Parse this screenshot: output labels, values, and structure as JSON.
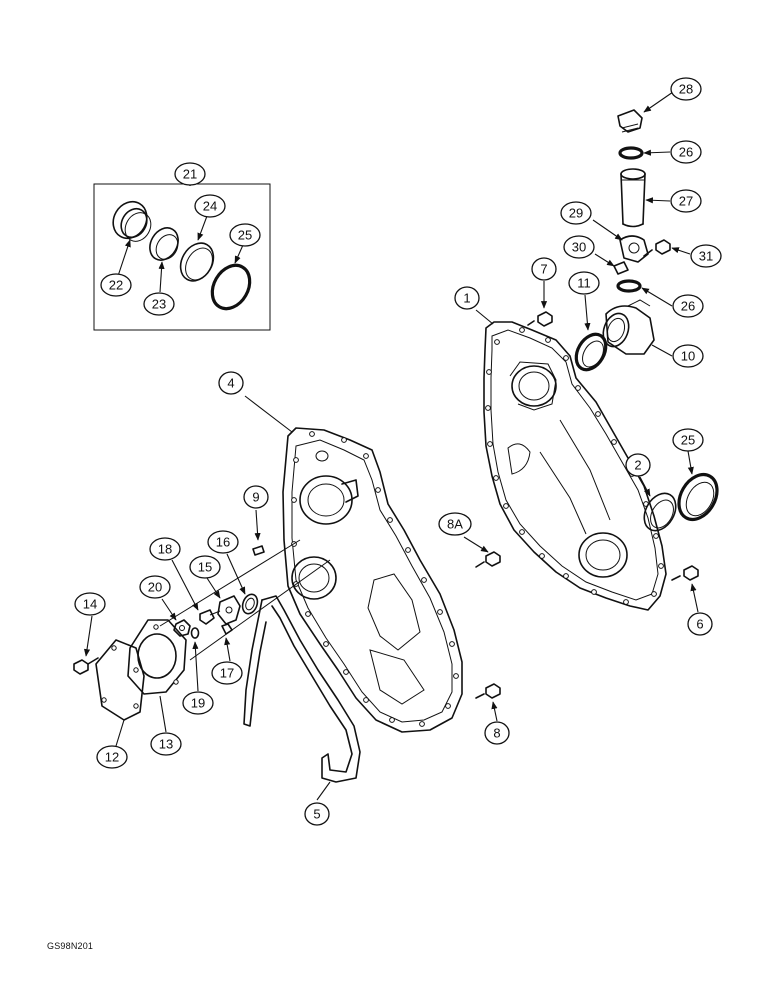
{
  "figure_code": "GS98N201",
  "callouts": {
    "c1": "1",
    "c2": "2",
    "c4": "4",
    "c5": "5",
    "c6": "6",
    "c7": "7",
    "c8": "8",
    "c8A": "8A",
    "c9": "9",
    "c10": "10",
    "c11": "11",
    "c12": "12",
    "c13": "13",
    "c14": "14",
    "c15": "15",
    "c16": "16",
    "c17": "17",
    "c18": "18",
    "c19": "19",
    "c20": "20",
    "c21": "21",
    "c22": "22",
    "c23": "23",
    "c24": "24",
    "c25a": "25",
    "c25b": "25",
    "c26a": "26",
    "c26b": "26",
    "c27": "27",
    "c28": "28",
    "c29": "29",
    "c30": "30",
    "c31": "31"
  }
}
